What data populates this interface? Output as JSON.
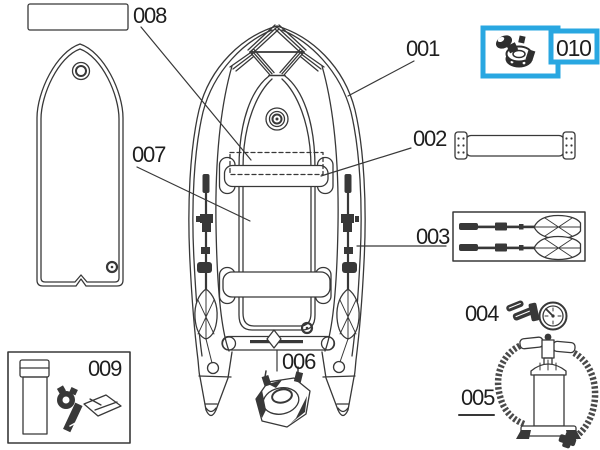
{
  "canvas": {
    "background": "#ffffff",
    "line_color": "#383838",
    "highlight_color": "#29a7e1"
  },
  "parts": {
    "p001": {
      "label": "001",
      "icon": "inflatable-boat-top-view"
    },
    "p002": {
      "label": "002",
      "icon": "bench-seat-tube"
    },
    "p003": {
      "label": "003",
      "icon": "oar-pair-box"
    },
    "p004": {
      "label": "004",
      "icon": "pressure-gauge-with-adapters"
    },
    "p005": {
      "label": "005",
      "icon": "hand-air-pump"
    },
    "p006": {
      "label": "006",
      "icon": "motor-mount-bracket"
    },
    "p007": {
      "label": "007",
      "icon": "floor-board-panel"
    },
    "p008": {
      "label": "008",
      "icon": "flat-seat-board"
    },
    "p009": {
      "label": "009",
      "icon": "repair-kit-box"
    },
    "p010": {
      "label": "010",
      "icon": "air-valve",
      "highlighted": true
    }
  }
}
